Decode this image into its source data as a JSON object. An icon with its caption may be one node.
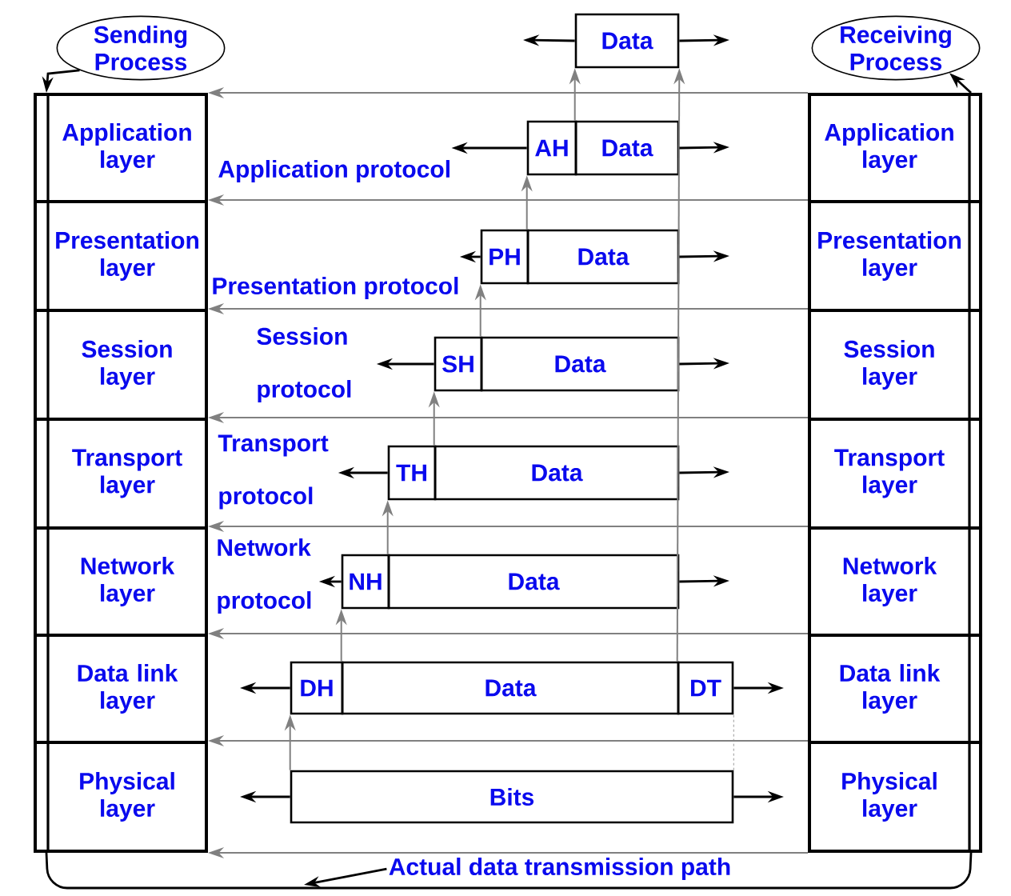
{
  "diagram": {
    "nodes": [
      {
        "text": [
          "Sending Process"
        ]
      },
      {
        "text": [
          "Receiving Process"
        ]
      },
      {
        "text": [
          "Application layer"
        ]
      },
      {
        "text": [
          "Presentation layer"
        ]
      },
      {
        "text": [
          "Session layer"
        ]
      },
      {
        "text": [
          "Transport layer"
        ]
      },
      {
        "text": [
          "Network layer"
        ]
      },
      {
        "text": [
          "Data link layer"
        ]
      },
      {
        "text": [
          "Physical layer"
        ]
      },
      {
        "text": [
          "Application layer"
        ]
      },
      {
        "text": [
          "Presentation layer"
        ]
      },
      {
        "text": [
          "Session layer"
        ]
      },
      {
        "text": [
          "Transport layer"
        ]
      },
      {
        "text": [
          "Network layer"
        ]
      },
      {
        "text": [
          "Data link layer"
        ]
      },
      {
        "text": [
          "Physical layer"
        ]
      },
      {
        "text": [
          "Data"
        ]
      },
      {
        "text": [
          "AH"
        ]
      },
      {
        "text": [
          "Data"
        ]
      },
      {
        "text": [
          "PH"
        ]
      },
      {
        "text": [
          "Data"
        ]
      },
      {
        "text": [
          "SH"
        ]
      },
      {
        "text": [
          "Data"
        ]
      },
      {
        "text": [
          "TH"
        ]
      },
      {
        "text": [
          "Data"
        ]
      },
      {
        "text": [
          "NH"
        ]
      },
      {
        "text": [
          "Data"
        ]
      },
      {
        "text": [
          "DH"
        ]
      },
      {
        "text": [
          "Data"
        ]
      },
      {
        "text": [
          "DT"
        ]
      },
      {
        "text": [
          "Bits"
        ]
      },
      {
        "text": [
          "Actual data transmission path"
        ]
      },
      {
        "text": [
          "Application protocol"
        ]
      },
      {
        "text": [
          "Presentation protocol"
        ]
      },
      {
        "text": [
          "Session protocol"
        ]
      },
      {
        "text": [
          "Transport protocol"
        ]
      },
      {
        "text": [
          "Network protocol"
        ]
      }
    ],
    "edges": [
      {
        "from": 0,
        "to": 2,
        "arrow": "to"
      },
      {
        "from": 9,
        "to": 1,
        "arrow": "to"
      },
      {
        "from": 9,
        "to": 2,
        "arrow": "to",
        "color": "#808080"
      },
      {
        "from": 10,
        "to": 3,
        "arrow": "to",
        "color": "#808080"
      },
      {
        "from": 11,
        "to": 4,
        "arrow": "to",
        "color": "#808080"
      },
      {
        "from": 12,
        "to": 5,
        "arrow": "to",
        "color": "#808080"
      },
      {
        "from": 13,
        "to": 6,
        "arrow": "to",
        "color": "#808080"
      },
      {
        "from": 14,
        "to": 7,
        "arrow": "to",
        "color": "#808080"
      },
      {
        "from": 15,
        "to": 8,
        "arrow": "to",
        "color": "#808080"
      },
      {
        "from": 15,
        "to": 8,
        "arrow": "to",
        "color": "#808080"
      },
      {
        "from": 18,
        "to": 16,
        "arrow": "to",
        "color": "#808080"
      },
      {
        "from": 20,
        "to": 17,
        "arrow": "to",
        "color": "#808080"
      },
      {
        "from": 22,
        "to": 19,
        "arrow": "to",
        "color": "#808080"
      },
      {
        "from": 24,
        "to": 21,
        "arrow": "to",
        "color": "#808080"
      },
      {
        "from": 26,
        "to": 23,
        "arrow": "to",
        "color": "#808080"
      },
      {
        "from": 28,
        "to": 25,
        "arrow": "to",
        "color": "#808080"
      },
      {
        "from": 30,
        "to": 27,
        "arrow": "to",
        "color": "#808080"
      },
      {
        "from": 29,
        "to": 16,
        "arrow": "to",
        "color": "#808080"
      },
      {
        "from": 30,
        "to": 29,
        "arrow": "none",
        "style": "dashed",
        "color": "#808080"
      },
      {
        "from": 8,
        "to": 15,
        "arrow": "none"
      },
      {
        "from": 31,
        "to": null,
        "arrow": "to"
      },
      {
        "from": 16,
        "to": null,
        "arrow": "to"
      },
      {
        "from": 16,
        "to": null,
        "arrow": "to"
      },
      {
        "from": 17,
        "to": 32,
        "arrow": "to"
      },
      {
        "from": 18,
        "to": null,
        "arrow": "to"
      },
      {
        "from": 19,
        "to": 33,
        "arrow": "to"
      },
      {
        "from": 20,
        "to": null,
        "arrow": "to"
      },
      {
        "from": 21,
        "to": 34,
        "arrow": "to"
      },
      {
        "from": 22,
        "to": null,
        "arrow": "to"
      },
      {
        "from": 23,
        "to": 35,
        "arrow": "to"
      },
      {
        "from": 24,
        "to": null,
        "arrow": "to"
      },
      {
        "from": 25,
        "to": 36,
        "arrow": "to"
      },
      {
        "from": 26,
        "to": null,
        "arrow": "to"
      },
      {
        "from": 27,
        "to": null,
        "arrow": "to"
      },
      {
        "from": 29,
        "to": null,
        "arrow": "to"
      },
      {
        "from": 30,
        "to": null,
        "arrow": "to"
      },
      {
        "from": 30,
        "to": null,
        "arrow": "to"
      }
    ]
  }
}
